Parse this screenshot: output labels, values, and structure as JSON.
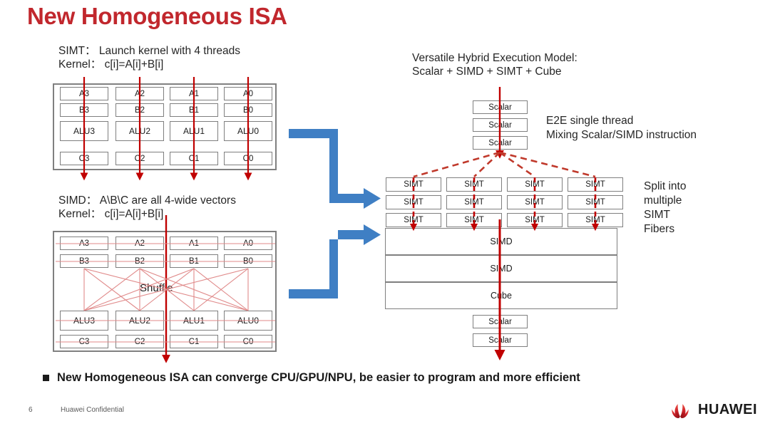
{
  "slide": {
    "title": "New Homogeneous ISA",
    "page_number": "6",
    "confidential": "Huawei Confidential",
    "brand": "HUAWEI",
    "colors": {
      "title_red": "#c1272d",
      "arrow_red": "#c00000",
      "blue_arrow": "#3f7fc4",
      "box_border": "#7f7f7f",
      "shuffle_line": "#e08a8a"
    }
  },
  "left": {
    "simt_caption_line1": "SIMT： Launch kernel with 4 threads",
    "simt_caption_line2": "Kernel： c[i]=A[i]+B[i]",
    "simd_caption_line1": "SIMD： A\\B\\C are all 4-wide vectors",
    "simd_caption_line2": "Kernel： c[i]=A[i]+B[i]",
    "shuffle_label": "Shuffle",
    "simt_block": {
      "columns": [
        {
          "a": "A3",
          "b": "B3",
          "alu": "ALU3",
          "c": "C3"
        },
        {
          "a": "A2",
          "b": "B2",
          "alu": "ALU2",
          "c": "C2"
        },
        {
          "a": "A1",
          "b": "B1",
          "alu": "ALU1",
          "c": "C1"
        },
        {
          "a": "A0",
          "b": "B0",
          "alu": "ALU0",
          "c": "C0"
        }
      ]
    },
    "simd_block": {
      "columns": [
        {
          "a": "A3",
          "b": "B3",
          "alu": "ALU3",
          "c": "C3"
        },
        {
          "a": "A2",
          "b": "B2",
          "alu": "ALU2",
          "c": "C2"
        },
        {
          "a": "A1",
          "b": "B1",
          "alu": "ALU1",
          "c": "C1"
        },
        {
          "a": "A0",
          "b": "B0",
          "alu": "ALU0",
          "c": "C0"
        }
      ]
    }
  },
  "right": {
    "heading_line1": "Versatile Hybrid Execution Model:",
    "heading_line2": "Scalar + SIMD + SIMT + Cube",
    "note_e2e_line1": "E2E single thread",
    "note_e2e_line2": "Mixing Scalar/SIMD instruction",
    "note_split_line1": "Split into",
    "note_split_line2": "multiple",
    "note_split_line3": "SIMT",
    "note_split_line4": "Fibers",
    "top_scalars": [
      "Scalar",
      "Scalar",
      "Scalar"
    ],
    "simt_rows": [
      [
        "SIMT",
        "SIMT",
        "SIMT",
        "SIMT"
      ],
      [
        "SIMT",
        "SIMT",
        "SIMT",
        "SIMT"
      ],
      [
        "SIMT",
        "SIMT",
        "SIMT",
        "SIMT"
      ]
    ],
    "wide_bars": [
      "SIMD",
      "SIMD",
      "Cube"
    ],
    "bottom_scalars": [
      "Scalar",
      "Scalar"
    ]
  },
  "footer_bullet": "New Homogeneous ISA can converge CPU/GPU/NPU, be easier to program and more efficient"
}
